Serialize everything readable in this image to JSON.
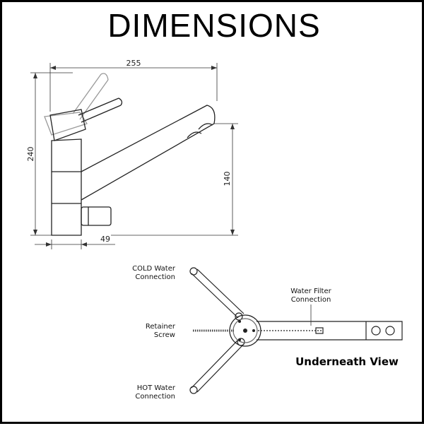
{
  "title": "DIMENSIONS",
  "dimensions": {
    "width_total": "255",
    "height_total": "240",
    "spout_height": "140",
    "base_diameter": "49"
  },
  "underneath": {
    "heading": "Underneath View",
    "cold_line1": "COLD Water",
    "cold_line2": "Connection",
    "filter_line1": "Water Filter",
    "filter_line2": "Connection",
    "screw_line1": "Retainer",
    "screw_line2": "Screw",
    "hot_line1": "HOT Water",
    "hot_line2": "Connection"
  }
}
